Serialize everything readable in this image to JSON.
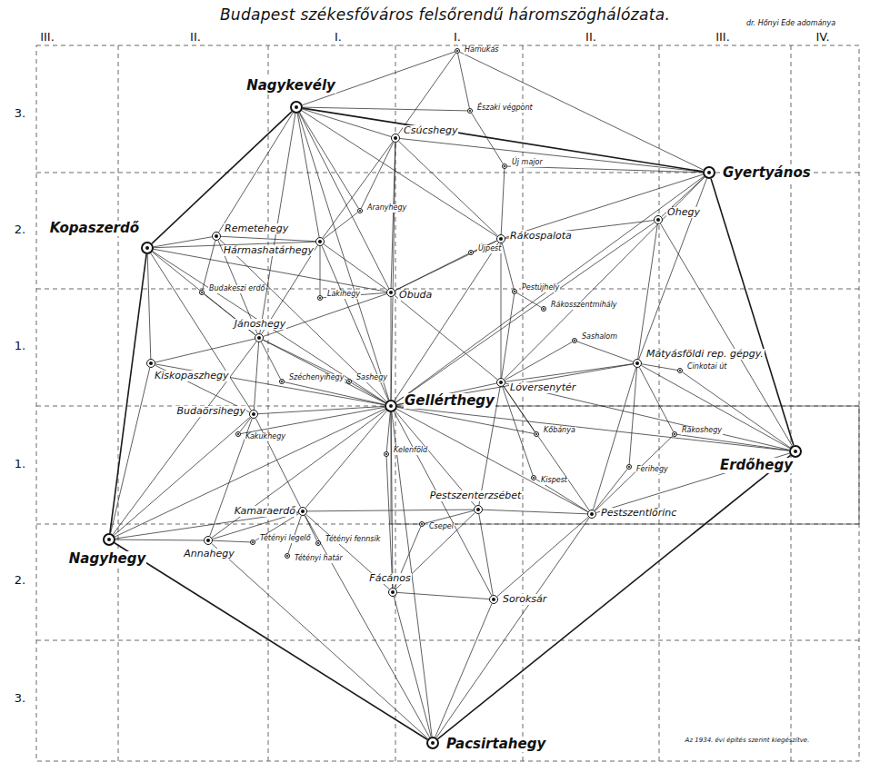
{
  "diagram": {
    "title": "Budapest székesfőváros felsőrendű háromszöghálózata.",
    "nodes": [
      {
        "text": [
          "Nagykevély"
        ]
      },
      {
        "text": [
          "Csúcshegy"
        ]
      },
      {
        "text": [
          "Kopaszerdő"
        ]
      },
      {
        "text": [
          "Remetehegy"
        ]
      },
      {
        "text": [
          "Hármashatárhegy"
        ]
      },
      {
        "text": [
          "Óbuda"
        ]
      },
      {
        "text": [
          "Rákospalota"
        ]
      },
      {
        "text": [
          "Gyertyános"
        ]
      },
      {
        "text": [
          "Óhegy"
        ]
      },
      {
        "text": [
          "Jánoshegy"
        ]
      },
      {
        "text": [
          "Kiskopaszhegy"
        ]
      },
      {
        "text": [
          "Budaörsihegy"
        ]
      },
      {
        "text": [
          "Gellérthegy"
        ]
      },
      {
        "text": [
          "Lóversenytér"
        ]
      },
      {
        "text": [
          "Mátyásföldi rep. gépgy."
        ]
      },
      {
        "text": [
          "Erdőhegy"
        ]
      },
      {
        "text": [
          "Kamaraerdő"
        ]
      },
      {
        "text": [
          "Annahegy"
        ]
      },
      {
        "text": [
          "Nagyhegy"
        ]
      },
      {
        "text": [
          "Pestszenterzsébet"
        ]
      },
      {
        "text": [
          "Pestszentlőrinc"
        ]
      },
      {
        "text": [
          "Fácános"
        ]
      },
      {
        "text": [
          "Soroksár"
        ]
      },
      {
        "text": [
          "Pacsirtahegy"
        ]
      },
      {
        "text": [
          "Hamukás"
        ]
      },
      {
        "text": [
          "Északi végpont"
        ]
      },
      {
        "text": [
          "Új major"
        ]
      },
      {
        "text": [
          "Aranyhegy"
        ]
      },
      {
        "text": [
          "Újpest"
        ]
      },
      {
        "text": [
          "Pestújhely"
        ]
      },
      {
        "text": [
          "Sashalom"
        ]
      },
      {
        "text": [
          "Cinkotai út"
        ]
      },
      {
        "text": [
          "Rákoshegy"
        ]
      },
      {
        "text": [
          "Ferihegy"
        ]
      },
      {
        "text": [
          "Kispest"
        ]
      },
      {
        "text": [
          "Kőbánya"
        ]
      },
      {
        "text": [
          "Csepel"
        ]
      },
      {
        "text": [
          "Kelenföld"
        ]
      },
      {
        "text": [
          "Kakukhegy"
        ]
      },
      {
        "text": [
          "Tétényi legelő"
        ]
      },
      {
        "text": [
          "Tétényi fennsík"
        ]
      },
      {
        "text": [
          "Tétényi határ"
        ]
      },
      {
        "text": [
          "Széchenyihegy"
        ]
      },
      {
        "text": [
          "Lakihegy"
        ]
      },
      {
        "text": [
          "Budakeszi erdő"
        ]
      },
      {
        "text": [
          "Rákosszentmihály"
        ]
      },
      {
        "text": [
          "Sashegy"
        ]
      }
    ],
    "edges": [
      {
        "from": 0,
        "to": 7,
        "arrow": "none"
      },
      {
        "from": 7,
        "to": 15,
        "arrow": "none"
      },
      {
        "from": 15,
        "to": 23,
        "arrow": "none"
      },
      {
        "from": 23,
        "to": 18,
        "arrow": "none"
      },
      {
        "from": 18,
        "to": 2,
        "arrow": "none"
      },
      {
        "from": 2,
        "to": 0,
        "arrow": "none"
      },
      {
        "from": 12,
        "to": 0,
        "arrow": "none"
      },
      {
        "from": 12,
        "to": 1,
        "arrow": "none"
      },
      {
        "from": 12,
        "to": 2,
        "arrow": "none"
      },
      {
        "from": 12,
        "to": 3,
        "arrow": "none"
      },
      {
        "from": 12,
        "to": 4,
        "arrow": "none"
      },
      {
        "from": 12,
        "to": 5,
        "arrow": "none"
      },
      {
        "from": 12,
        "to": 6,
        "arrow": "none"
      },
      {
        "from": 12,
        "to": 7,
        "arrow": "none"
      },
      {
        "from": 12,
        "to": 8,
        "arrow": "none"
      },
      {
        "from": 12,
        "to": 9,
        "arrow": "none"
      },
      {
        "from": 12,
        "to": 10,
        "arrow": "none"
      },
      {
        "from": 12,
        "to": 11,
        "arrow": "none"
      },
      {
        "from": 12,
        "to": 13,
        "arrow": "none"
      },
      {
        "from": 12,
        "to": 14,
        "arrow": "none"
      },
      {
        "from": 12,
        "to": 15,
        "arrow": "none"
      },
      {
        "from": 12,
        "to": 16,
        "arrow": "none"
      },
      {
        "from": 12,
        "to": 17,
        "arrow": "none"
      },
      {
        "from": 12,
        "to": 18,
        "arrow": "none"
      },
      {
        "from": 12,
        "to": 19,
        "arrow": "none"
      },
      {
        "from": 12,
        "to": 20,
        "arrow": "none"
      },
      {
        "from": 12,
        "to": 21,
        "arrow": "none"
      },
      {
        "from": 12,
        "to": 22,
        "arrow": "none"
      },
      {
        "from": 12,
        "to": 23,
        "arrow": "none"
      },
      {
        "from": 12,
        "to": 37,
        "arrow": "none"
      },
      {
        "from": 12,
        "to": 46,
        "arrow": "none"
      },
      {
        "from": 12,
        "to": 42,
        "arrow": "none"
      },
      {
        "from": 12,
        "to": 35,
        "arrow": "none"
      },
      {
        "from": 12,
        "to": 38,
        "arrow": "none"
      },
      {
        "from": 0,
        "to": 1,
        "arrow": "none"
      },
      {
        "from": 0,
        "to": 3,
        "arrow": "none"
      },
      {
        "from": 0,
        "to": 4,
        "arrow": "none"
      },
      {
        "from": 0,
        "to": 5,
        "arrow": "none"
      },
      {
        "from": 0,
        "to": 6,
        "arrow": "none"
      },
      {
        "from": 0,
        "to": 9,
        "arrow": "none"
      },
      {
        "from": 0,
        "to": 27,
        "arrow": "none"
      },
      {
        "from": 0,
        "to": 25,
        "arrow": "none"
      },
      {
        "from": 0,
        "to": 24,
        "arrow": "none"
      },
      {
        "from": 2,
        "to": 3,
        "arrow": "none"
      },
      {
        "from": 2,
        "to": 4,
        "arrow": "none"
      },
      {
        "from": 2,
        "to": 9,
        "arrow": "none"
      },
      {
        "from": 2,
        "to": 10,
        "arrow": "none"
      },
      {
        "from": 2,
        "to": 11,
        "arrow": "none"
      },
      {
        "from": 2,
        "to": 5,
        "arrow": "none"
      },
      {
        "from": 7,
        "to": 8,
        "arrow": "none"
      },
      {
        "from": 7,
        "to": 6,
        "arrow": "none"
      },
      {
        "from": 7,
        "to": 1,
        "arrow": "none"
      },
      {
        "from": 7,
        "to": 26,
        "arrow": "none"
      },
      {
        "from": 7,
        "to": 14,
        "arrow": "none"
      },
      {
        "from": 7,
        "to": 13,
        "arrow": "none"
      },
      {
        "from": 7,
        "to": 24,
        "arrow": "none"
      },
      {
        "from": 15,
        "to": 8,
        "arrow": "none"
      },
      {
        "from": 15,
        "to": 14,
        "arrow": "none"
      },
      {
        "from": 15,
        "to": 20,
        "arrow": "none"
      },
      {
        "from": 15,
        "to": 13,
        "arrow": "none"
      },
      {
        "from": 15,
        "to": 32,
        "arrow": "none"
      },
      {
        "from": 15,
        "to": 31,
        "arrow": "none"
      },
      {
        "from": 18,
        "to": 10,
        "arrow": "none"
      },
      {
        "from": 18,
        "to": 17,
        "arrow": "none"
      },
      {
        "from": 18,
        "to": 16,
        "arrow": "none"
      },
      {
        "from": 18,
        "to": 11,
        "arrow": "none"
      },
      {
        "from": 18,
        "to": 9,
        "arrow": "none"
      },
      {
        "from": 23,
        "to": 17,
        "arrow": "none"
      },
      {
        "from": 23,
        "to": 21,
        "arrow": "none"
      },
      {
        "from": 23,
        "to": 22,
        "arrow": "none"
      },
      {
        "from": 23,
        "to": 20,
        "arrow": "none"
      },
      {
        "from": 23,
        "to": 16,
        "arrow": "none"
      },
      {
        "from": 1,
        "to": 5,
        "arrow": "none"
      },
      {
        "from": 1,
        "to": 6,
        "arrow": "none"
      },
      {
        "from": 1,
        "to": 24,
        "arrow": "none"
      },
      {
        "from": 24,
        "to": 25,
        "arrow": "none"
      },
      {
        "from": 5,
        "to": 6,
        "arrow": "none"
      },
      {
        "from": 5,
        "to": 4,
        "arrow": "none"
      },
      {
        "from": 5,
        "to": 9,
        "arrow": "none"
      },
      {
        "from": 6,
        "to": 8,
        "arrow": "none"
      },
      {
        "from": 6,
        "to": 13,
        "arrow": "none"
      },
      {
        "from": 6,
        "to": 29,
        "arrow": "none"
      },
      {
        "from": 13,
        "to": 14,
        "arrow": "none"
      },
      {
        "from": 13,
        "to": 19,
        "arrow": "none"
      },
      {
        "from": 13,
        "to": 5,
        "arrow": "none"
      },
      {
        "from": 13,
        "to": 20,
        "arrow": "none"
      },
      {
        "from": 8,
        "to": 14,
        "arrow": "none"
      },
      {
        "from": 14,
        "to": 20,
        "arrow": "none"
      },
      {
        "from": 14,
        "to": 30,
        "arrow": "none"
      },
      {
        "from": 14,
        "to": 31,
        "arrow": "none"
      },
      {
        "from": 19,
        "to": 20,
        "arrow": "none"
      },
      {
        "from": 19,
        "to": 21,
        "arrow": "none"
      },
      {
        "from": 19,
        "to": 22,
        "arrow": "none"
      },
      {
        "from": 19,
        "to": 16,
        "arrow": "none"
      },
      {
        "from": 19,
        "to": 36,
        "arrow": "none"
      },
      {
        "from": 21,
        "to": 22,
        "arrow": "none"
      },
      {
        "from": 21,
        "to": 16,
        "arrow": "none"
      },
      {
        "from": 22,
        "to": 20,
        "arrow": "none"
      },
      {
        "from": 16,
        "to": 17,
        "arrow": "none"
      },
      {
        "from": 16,
        "to": 11,
        "arrow": "none"
      },
      {
        "from": 17,
        "to": 11,
        "arrow": "none"
      },
      {
        "from": 11,
        "to": 9,
        "arrow": "none"
      },
      {
        "from": 11,
        "to": 10,
        "arrow": "none"
      },
      {
        "from": 9,
        "to": 4,
        "arrow": "none"
      },
      {
        "from": 9,
        "to": 3,
        "arrow": "none"
      },
      {
        "from": 9,
        "to": 10,
        "arrow": "none"
      },
      {
        "from": 3,
        "to": 4,
        "arrow": "none"
      },
      {
        "from": 4,
        "to": 1,
        "arrow": "none"
      },
      {
        "from": 3,
        "to": 44,
        "arrow": "none"
      },
      {
        "from": 9,
        "to": 44,
        "arrow": "none"
      },
      {
        "from": 16,
        "to": 39,
        "arrow": "none"
      },
      {
        "from": 16,
        "to": 40,
        "arrow": "none"
      },
      {
        "from": 16,
        "to": 41,
        "arrow": "none"
      },
      {
        "from": 17,
        "to": 39,
        "arrow": "none"
      },
      {
        "from": 26,
        "to": 25,
        "arrow": "none"
      },
      {
        "from": 26,
        "to": 6,
        "arrow": "none"
      },
      {
        "from": 27,
        "to": 1,
        "arrow": "none"
      },
      {
        "from": 27,
        "to": 4,
        "arrow": "none"
      },
      {
        "from": 28,
        "to": 6,
        "arrow": "none"
      },
      {
        "from": 28,
        "to": 5,
        "arrow": "none"
      },
      {
        "from": 29,
        "to": 13,
        "arrow": "none"
      },
      {
        "from": 30,
        "to": 13,
        "arrow": "none"
      },
      {
        "from": 45,
        "to": 29,
        "arrow": "none"
      },
      {
        "from": 32,
        "to": 14,
        "arrow": "none"
      },
      {
        "from": 32,
        "to": 20,
        "arrow": "none"
      },
      {
        "from": 33,
        "to": 20,
        "arrow": "none"
      },
      {
        "from": 33,
        "to": 14,
        "arrow": "none"
      },
      {
        "from": 34,
        "to": 13,
        "arrow": "none"
      },
      {
        "from": 34,
        "to": 20,
        "arrow": "none"
      },
      {
        "from": 35,
        "to": 13,
        "arrow": "none"
      },
      {
        "from": 36,
        "to": 21,
        "arrow": "none"
      },
      {
        "from": 37,
        "to": 21,
        "arrow": "none"
      },
      {
        "from": 38,
        "to": 11,
        "arrow": "none"
      },
      {
        "from": 42,
        "to": 9,
        "arrow": "none"
      },
      {
        "from": 43,
        "to": 5,
        "arrow": "none"
      },
      {
        "from": 43,
        "to": 4,
        "arrow": "none"
      },
      {
        "from": 46,
        "to": 9,
        "arrow": "none"
      }
    ],
    "labels": [
      "III.",
      "II.",
      "I.",
      "I.",
      "II.",
      "III.",
      "IV.",
      "3.",
      "2.",
      "1.",
      "1.",
      "2.",
      "3.",
      "dr. Hőnyi Ede adománya",
      "Az 1934. évi építés szerint kiegészítve."
    ]
  }
}
